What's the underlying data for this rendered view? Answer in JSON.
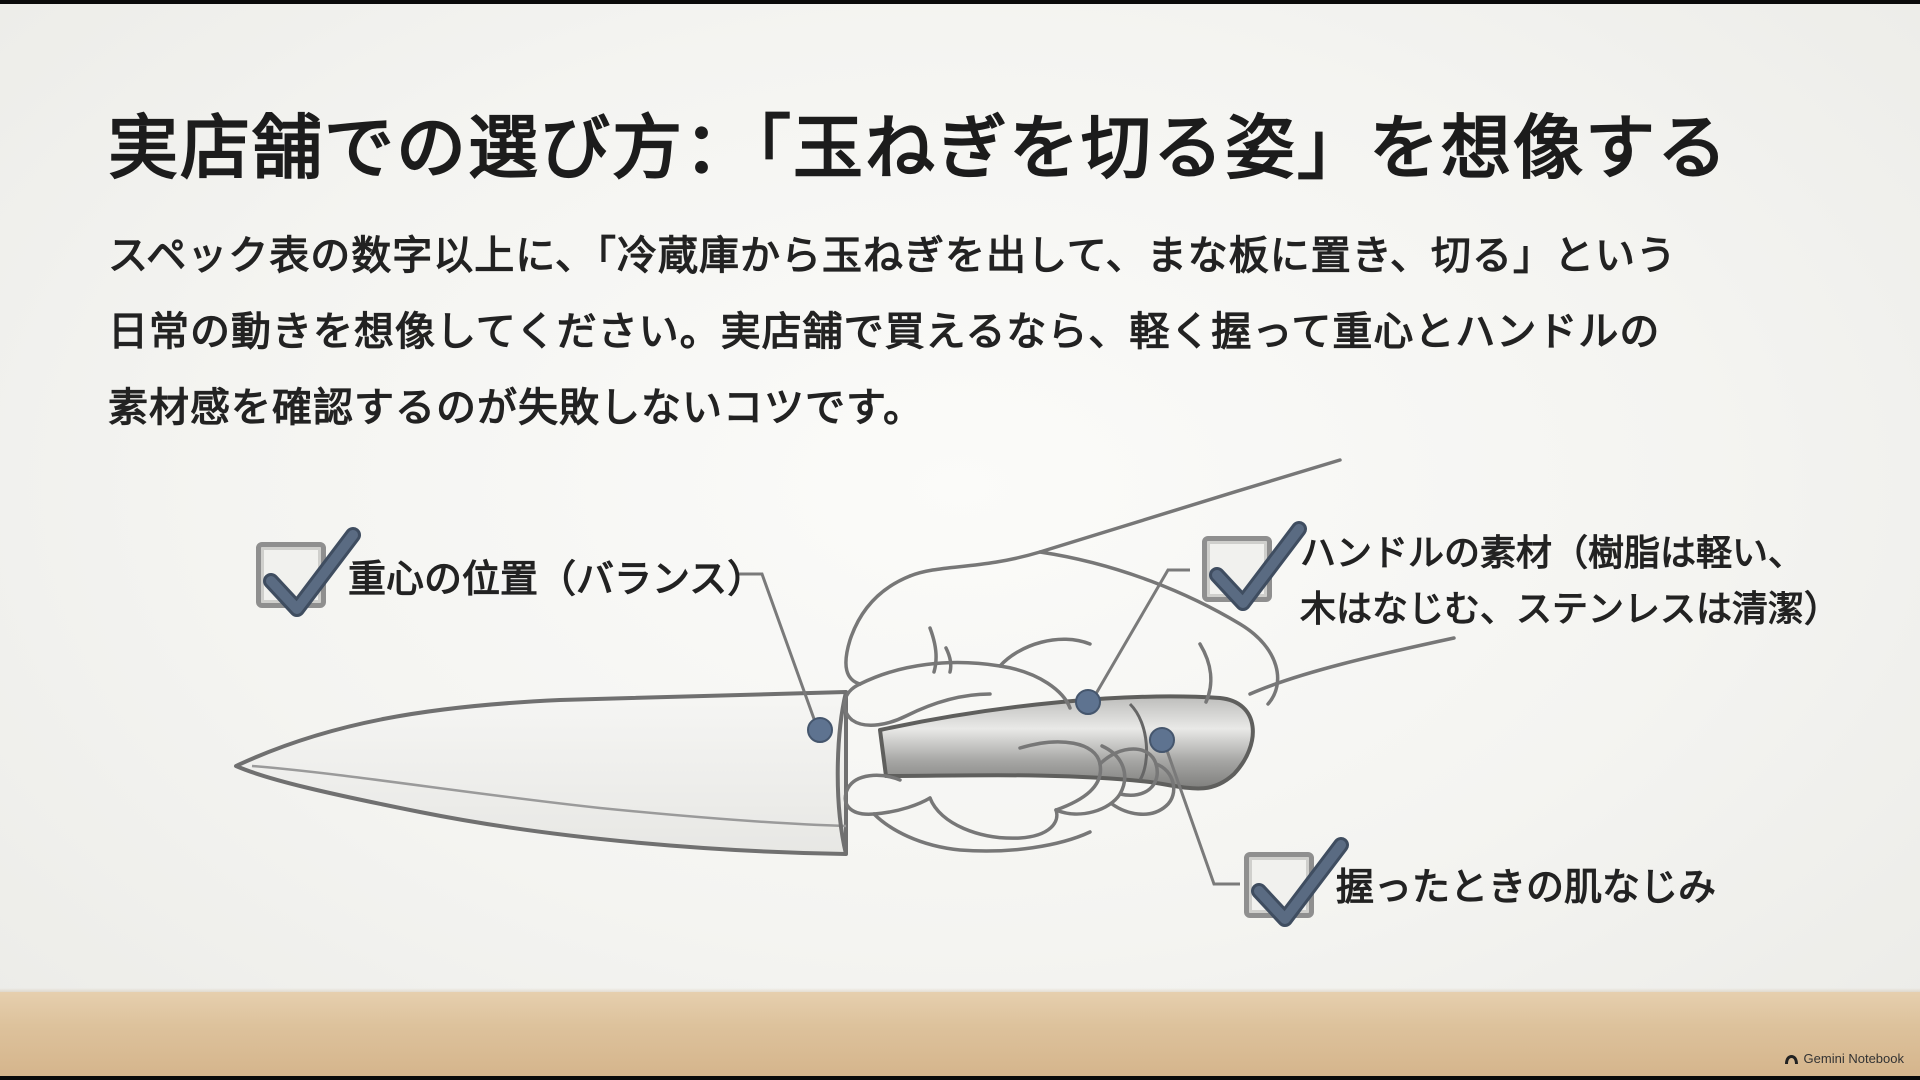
{
  "slide": {
    "title": "実店舗での選び方：「玉ねぎを切る姿」を想像する",
    "body_lines": [
      "スペック表の数字以上に、「冷蔵庫から玉ねぎを出して、まな板に置き、切る」という",
      "日常の動きを想像してください。実店舗で買えるなら、軽く握って重心とハンドルの",
      "素材感を確認するのが失敗しないコツです。"
    ]
  },
  "callouts": {
    "balance": "重心の位置（バランス）",
    "handle_line1": "ハンドルの素材（樹脂は軽い、",
    "handle_line2": "木はなじむ、ステンレスは清潔）",
    "grip": "握ったときの肌なじみ"
  },
  "icons": {
    "checkbox": "checkbox-checked-icon",
    "marker": "callout-dot-icon",
    "brand_logo": "gemini-logo-icon"
  },
  "colors": {
    "check": "#5a6b82",
    "dot": "#5e7390",
    "line": "#7a7a7a",
    "floor": "#dcc19c"
  },
  "watermark": "Gemini Notebook"
}
